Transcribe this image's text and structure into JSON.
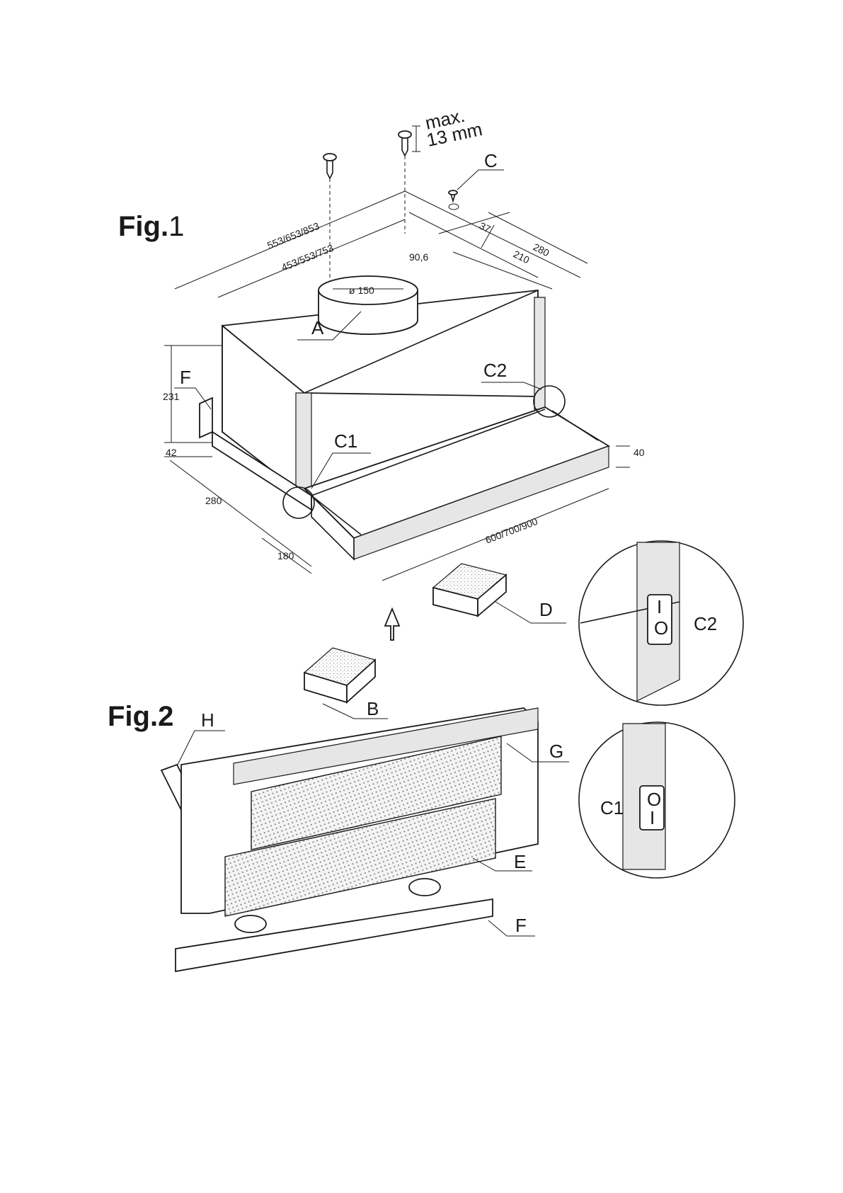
{
  "figures": {
    "fig1": {
      "prefix": "Fig.",
      "number": "1"
    },
    "fig2": {
      "prefix": "Fig.",
      "number": "2"
    }
  },
  "callouts": {
    "A": "A",
    "B": "B",
    "C": "C",
    "C1": "C1",
    "C2": "C2",
    "D": "D",
    "E": "E",
    "F_top": "F",
    "F_bottom": "F",
    "G": "G",
    "H": "H"
  },
  "dimensions": {
    "outer_width": "553/653/853",
    "inner_width": "453/553/753",
    "depth_280_top": "280",
    "depth_210": "210",
    "offset_37": "37",
    "hole_spacing": "90,6",
    "duct_diameter": "ø 150",
    "height_231": "231",
    "height_42": "42",
    "depth_280_side": "280",
    "front_180": "180",
    "front_width": "600/700/900",
    "front_height": "40",
    "screw_max_line1": "max.",
    "screw_max_line2": "13 mm"
  },
  "switch_details": {
    "c1": {
      "label": "C1",
      "switch_on": "I",
      "switch_off": "O"
    },
    "c2": {
      "label": "C2",
      "switch_on": "I",
      "switch_off": "O"
    }
  }
}
